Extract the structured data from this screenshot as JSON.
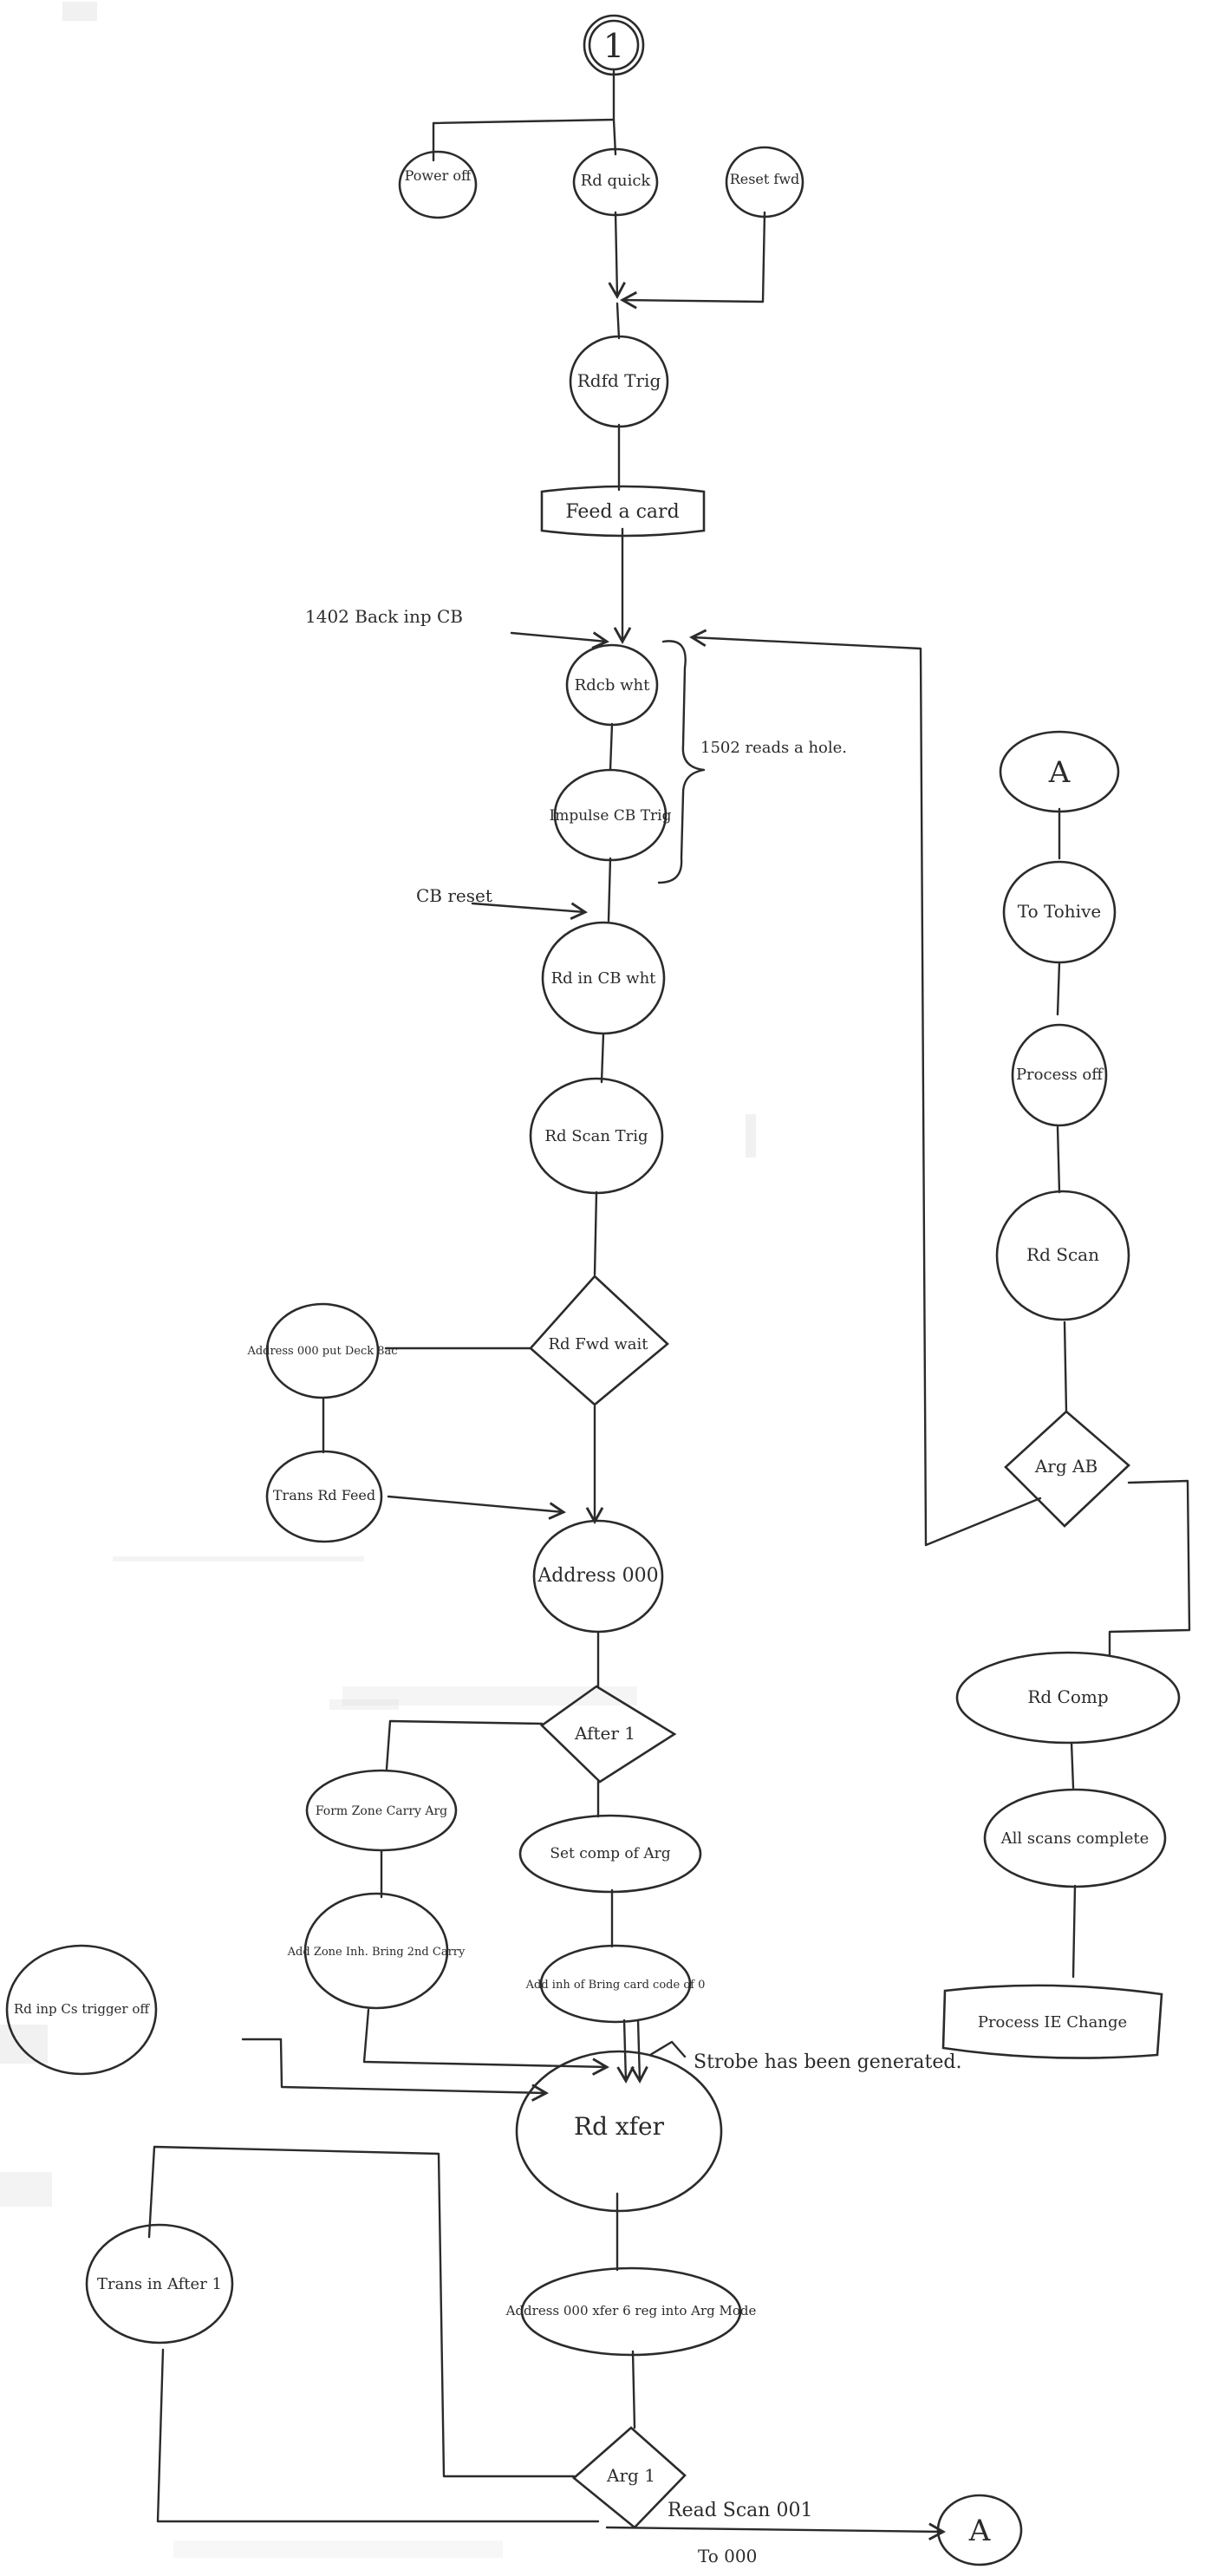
{
  "nodes": {
    "start": "1",
    "power_off": "Power off",
    "rd_quick": "Rd quick",
    "reset_fwd": "Reset fwd",
    "rdfd_trig": "Rdfd Trig",
    "feed_card": "Feed a card",
    "rdcb_wht": "Rdcb wht",
    "impulse": "Impulse CB Trig",
    "rd_cb": "Rd in CB wht",
    "rd_scan": "Rd Scan Trig",
    "rd_fwd_wait": "Rd Fwd wait",
    "address_000_put": "Address 000 put Deck 8ac",
    "trans_rd_feed": "Trans Rd Feed",
    "address_000": "Address 000",
    "after_1_decision": "After 1",
    "form_zone": "Form Zone Carry Arg",
    "set_comp": "Set comp of Arg",
    "add_zone": "Add Zone Inh. Bring 2nd Carry",
    "add_inh": "Add inh of Bring card code of 0",
    "rd_inp_cs": "Rd inp Cs trigger off",
    "rd_xfer": "Rd xfer",
    "trans_after": "Trans in After 1",
    "address_000_xfer": "Address 000 xfer 6 reg into Arg Mode",
    "arg_1": "Arg 1",
    "a_top": "A",
    "to_tohive": "To Tohive",
    "process_off": "Process off",
    "rd_scan_right": "Rd Scan",
    "arg_ab": "Arg AB",
    "rd_comp": "Rd Comp",
    "all_scans": "All scans complete",
    "process_ie": "Process IE Change",
    "a_bottom": "A"
  },
  "annotations": {
    "back_inp": "1402 Back inp CB",
    "rd_hole": "1502 reads a hole.",
    "cb_reset": "CB reset",
    "strobe_note": "Strobe has been generated.",
    "read_scan_001": "Read Scan 001",
    "to_000": "To 000"
  }
}
